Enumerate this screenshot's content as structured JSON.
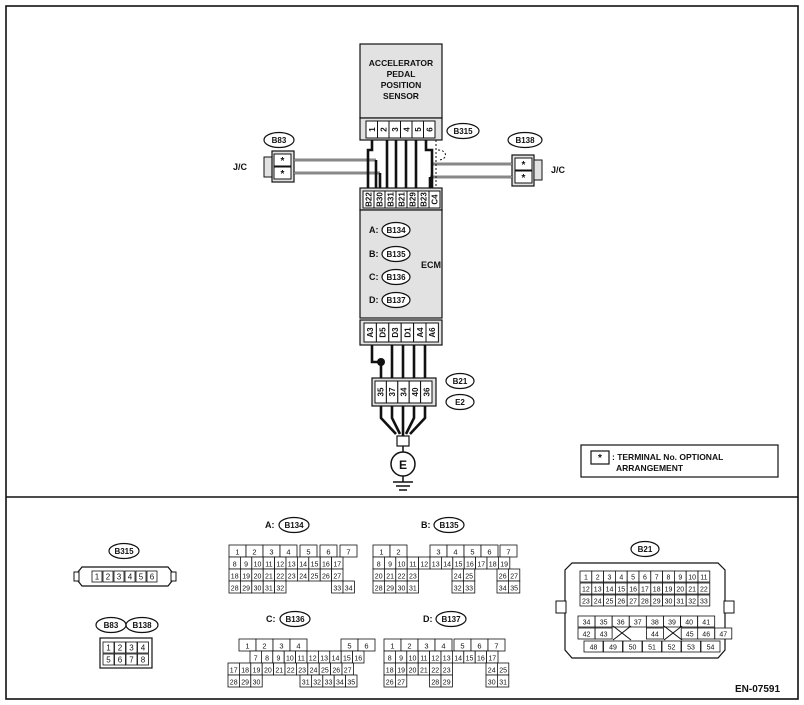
{
  "components": {
    "sensor": {
      "label_lines": [
        "ACCELERATOR",
        "PEDAL",
        "POSITION",
        "SENSOR"
      ],
      "connector": "B315",
      "pins": [
        "1",
        "2",
        "3",
        "4",
        "5",
        "6"
      ]
    },
    "ecm": {
      "label": "ECM",
      "connectors": [
        {
          "prefix": "A:",
          "id": "B134"
        },
        {
          "prefix": "B:",
          "id": "B135"
        },
        {
          "prefix": "C:",
          "id": "B136"
        },
        {
          "prefix": "D:",
          "id": "B137"
        }
      ],
      "top_pins": [
        "B22",
        "B30",
        "B31",
        "B21",
        "B29",
        "B23",
        "C4"
      ],
      "bottom_pins": [
        "A3",
        "D5",
        "D3",
        "D1",
        "A4",
        "A6"
      ]
    },
    "left_jc": {
      "connector": "B83",
      "label": "J/C",
      "pins": [
        "*",
        "*"
      ]
    },
    "right_jc": {
      "connector": "B138",
      "label": "J/C",
      "pins": [
        "*",
        "*"
      ]
    },
    "ground_connector": {
      "ids": [
        "B21",
        "E2"
      ],
      "pins": [
        "35",
        "37",
        "34",
        "40",
        "36"
      ]
    },
    "ground_symbol": "E"
  },
  "legend": {
    "star": "*",
    "text_lines": [
      ": TERMINAL No. OPTIONAL",
      "ARRANGEMENT"
    ]
  },
  "connector_views": {
    "b315": {
      "id": "B315",
      "pins": [
        "1",
        "2",
        "3",
        "4",
        "5",
        "6"
      ]
    },
    "b83_b138": {
      "ids": [
        "B83",
        "B138"
      ],
      "rows": [
        [
          "1",
          "2",
          "3",
          "4"
        ],
        [
          "5",
          "6",
          "7",
          "8"
        ]
      ]
    },
    "a": {
      "prefix": "A:",
      "id": "B134",
      "rows": [
        [
          "1",
          "2",
          "3",
          "4",
          "5",
          "6",
          "7"
        ],
        [
          "8",
          "9",
          "10",
          "11",
          "12",
          "13",
          "14",
          "15",
          "16",
          "17"
        ],
        [
          "18",
          "19",
          "20",
          "21",
          "22",
          "23",
          "24",
          "25",
          "26",
          "27"
        ],
        [
          "28",
          "29",
          "30",
          "31",
          "32",
          "33",
          "34"
        ]
      ]
    },
    "b": {
      "prefix": "B:",
      "id": "B135",
      "rows": [
        [
          "1",
          "2",
          "3",
          "4",
          "5",
          "6",
          "7"
        ],
        [
          "8",
          "9",
          "10",
          "11",
          "12",
          "13",
          "14",
          "15",
          "16",
          "17",
          "18",
          "19"
        ],
        [
          "20",
          "21",
          "22",
          "23",
          "24",
          "25",
          "26",
          "27"
        ],
        [
          "28",
          "29",
          "30",
          "31",
          "32",
          "33",
          "34",
          "35"
        ]
      ]
    },
    "c": {
      "prefix": "C:",
      "id": "B136",
      "rows": [
        [
          "1",
          "2",
          "3",
          "4",
          "5",
          "6"
        ],
        [
          "7",
          "8",
          "9",
          "10",
          "11",
          "12",
          "13",
          "14",
          "15",
          "16"
        ],
        [
          "17",
          "18",
          "19",
          "20",
          "21",
          "22",
          "23",
          "24",
          "25",
          "26",
          "27"
        ],
        [
          "28",
          "29",
          "30",
          "31",
          "32",
          "33",
          "34",
          "35"
        ]
      ]
    },
    "d": {
      "prefix": "D:",
      "id": "B137",
      "rows": [
        [
          "1",
          "2",
          "3",
          "4",
          "5",
          "6",
          "7"
        ],
        [
          "8",
          "9",
          "10",
          "11",
          "12",
          "13",
          "14",
          "15",
          "16",
          "17"
        ],
        [
          "18",
          "19",
          "20",
          "21",
          "22",
          "23",
          "24",
          "25"
        ],
        [
          "26",
          "27",
          "28",
          "29",
          "30",
          "31"
        ]
      ]
    },
    "b21": {
      "id": "B21",
      "rows": [
        [
          "1",
          "2",
          "3",
          "4",
          "5",
          "6",
          "7",
          "8",
          "9",
          "10",
          "11"
        ],
        [
          "12",
          "13",
          "14",
          "15",
          "16",
          "17",
          "18",
          "19",
          "20",
          "21",
          "22"
        ],
        [
          "23",
          "24",
          "25",
          "26",
          "27",
          "28",
          "29",
          "30",
          "31",
          "32",
          "33"
        ],
        [
          "34",
          "35",
          "36",
          "37",
          "38",
          "39",
          "40",
          "41"
        ],
        [
          "42",
          "43",
          "44",
          "45",
          "46",
          "47"
        ],
        [
          "48",
          "49",
          "50",
          "51",
          "52",
          "53",
          "54"
        ]
      ]
    }
  },
  "figure_code": "EN-07591",
  "colors": {
    "box": "#e2e2e2",
    "line": "#111111"
  }
}
